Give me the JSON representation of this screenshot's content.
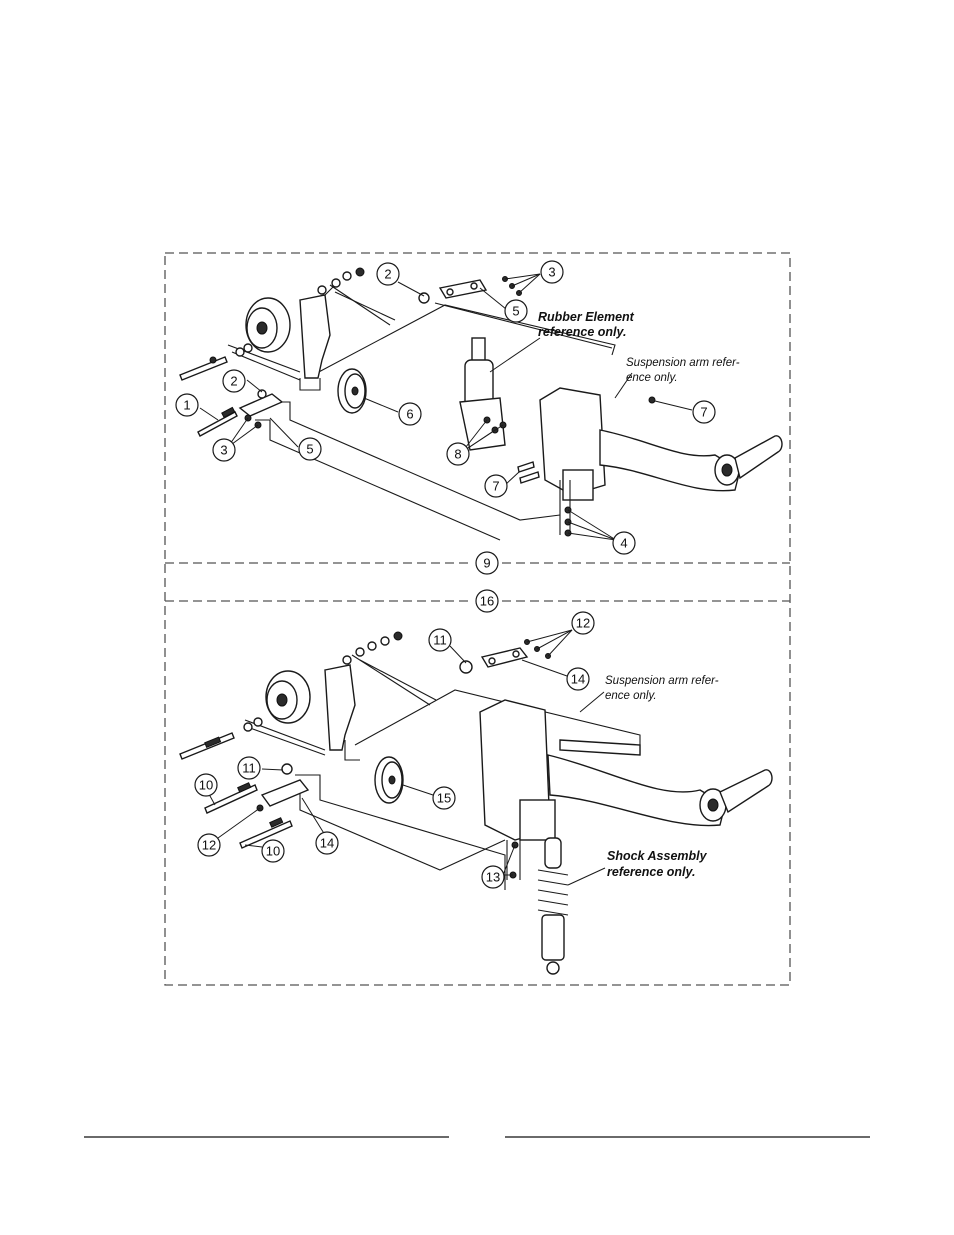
{
  "notes": {
    "rubber_element": [
      "Rubber Element",
      "reference only."
    ],
    "suspension_upper": [
      "Suspension arm refer-",
      "ence only."
    ],
    "suspension_lower": [
      "Suspension arm refer-",
      "ence only."
    ],
    "shock_assembly": [
      "Shock Assembly",
      "reference only."
    ]
  },
  "callouts": {
    "upper": [
      {
        "id": "u2a",
        "label": "2"
      },
      {
        "id": "u3a",
        "label": "3"
      },
      {
        "id": "u5a",
        "label": "5"
      },
      {
        "id": "u2b",
        "label": "2"
      },
      {
        "id": "u1",
        "label": "1"
      },
      {
        "id": "u3b",
        "label": "3"
      },
      {
        "id": "u5b",
        "label": "5"
      },
      {
        "id": "u6",
        "label": "6"
      },
      {
        "id": "u8",
        "label": "8"
      },
      {
        "id": "u7a",
        "label": "7"
      },
      {
        "id": "u7b",
        "label": "7"
      },
      {
        "id": "u4",
        "label": "4"
      }
    ],
    "assembly_9": {
      "label": "9"
    },
    "assembly_16": {
      "label": "16"
    },
    "lower": [
      {
        "id": "l11a",
        "label": "11"
      },
      {
        "id": "l12a",
        "label": "12"
      },
      {
        "id": "l14a",
        "label": "14"
      },
      {
        "id": "l11b",
        "label": "11"
      },
      {
        "id": "l10a",
        "label": "10"
      },
      {
        "id": "l15",
        "label": "15"
      },
      {
        "id": "l12b",
        "label": "12"
      },
      {
        "id": "l14b",
        "label": "14"
      },
      {
        "id": "l10b",
        "label": "10"
      },
      {
        "id": "l13",
        "label": "13"
      }
    ]
  }
}
